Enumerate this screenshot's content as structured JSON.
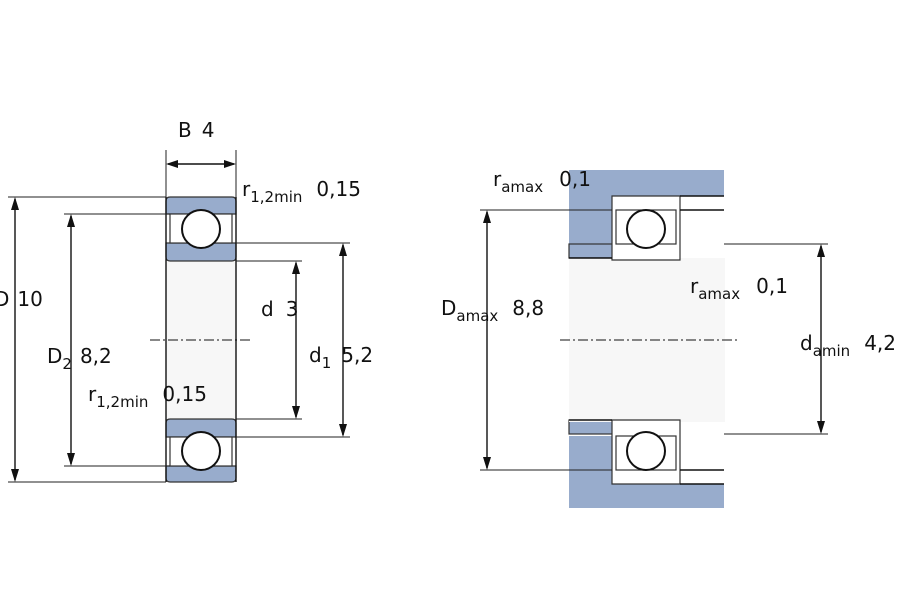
{
  "left": {
    "B": {
      "sym": "B",
      "value": "4"
    },
    "r_top": {
      "sym": "r",
      "sub": "1,2min",
      "value": "0,15"
    },
    "D": {
      "sym": "D",
      "value": "10"
    },
    "D2": {
      "sym": "D",
      "sub": "2",
      "value": "8,2"
    },
    "d": {
      "sym": "d",
      "value": "3"
    },
    "d1": {
      "sym": "d",
      "sub": "1",
      "value": "5,2"
    },
    "r_mid": {
      "sym": "r",
      "sub": "1,2min",
      "value": "0,15"
    }
  },
  "right": {
    "ra_top": {
      "sym": "r",
      "sub": "amax",
      "value": "0,1"
    },
    "ra_mid": {
      "sym": "r",
      "sub": "amax",
      "value": "0,1"
    },
    "Da": {
      "sym": "D",
      "sub": "amax",
      "value": "8,8"
    },
    "da": {
      "sym": "d",
      "sub": "amin",
      "value": "4,2"
    }
  },
  "colors": {
    "housing": "#98accc",
    "line": "#111111"
  }
}
